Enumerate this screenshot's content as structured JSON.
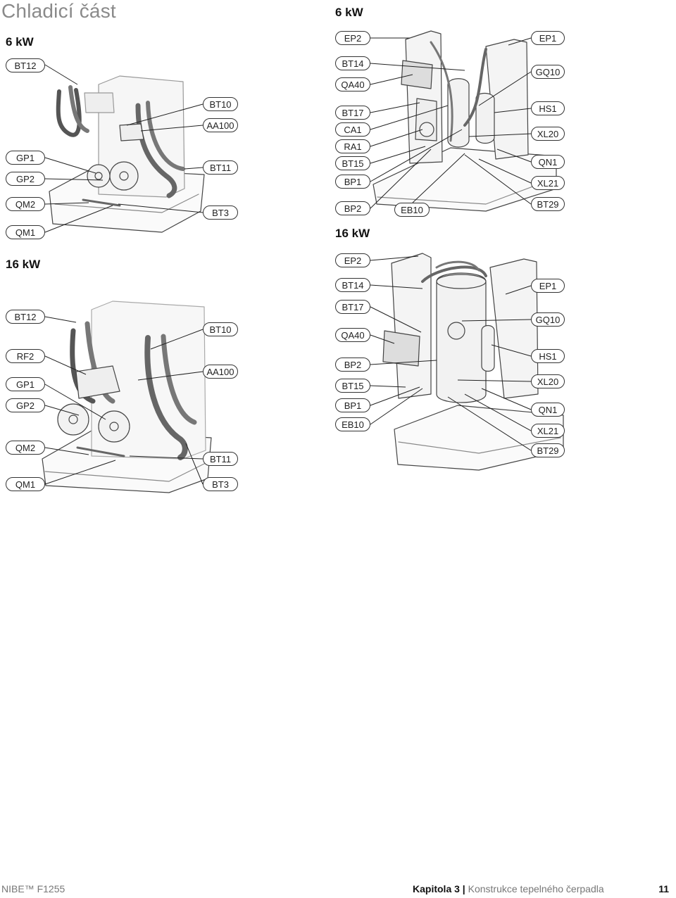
{
  "page_title": "Chladicí část",
  "sections": {
    "tl": {
      "title": "6 kW"
    },
    "bl": {
      "title": "16 kW"
    },
    "tr": {
      "title": "6 kW"
    },
    "br": {
      "title": "16 kW"
    }
  },
  "labels": {
    "tl_left": [
      "BT12",
      "GP1",
      "GP2",
      "QM2",
      "QM1"
    ],
    "tl_right": [
      "BT10",
      "AA100",
      "BT11",
      "BT3"
    ],
    "bl_left": [
      "BT12",
      "RF2",
      "GP1",
      "GP2",
      "QM2",
      "QM1"
    ],
    "bl_right": [
      "BT10",
      "AA100",
      "BT11",
      "BT3"
    ],
    "tr_left": [
      "EP2",
      "BT14",
      "QA40",
      "BT17",
      "CA1",
      "RA1",
      "BT15",
      "BP1",
      "BP2"
    ],
    "tr_mid": [
      "EB10"
    ],
    "tr_right": [
      "EP1",
      "GQ10",
      "HS1",
      "XL20",
      "QN1",
      "XL21",
      "BT29"
    ],
    "br_left": [
      "EP2",
      "BT14",
      "BT17",
      "QA40",
      "BP2",
      "BT15",
      "BP1",
      "EB10"
    ],
    "br_right": [
      "EP1",
      "GQ10",
      "HS1",
      "XL20",
      "QN1",
      "XL21",
      "BT29"
    ]
  },
  "footer": {
    "brand": "NIBE™ F1255",
    "chapter_label": "Kapitola 3",
    "separator": "|",
    "chapter_title": "Konstrukce tepelného čerpadla",
    "page_number": "11"
  }
}
